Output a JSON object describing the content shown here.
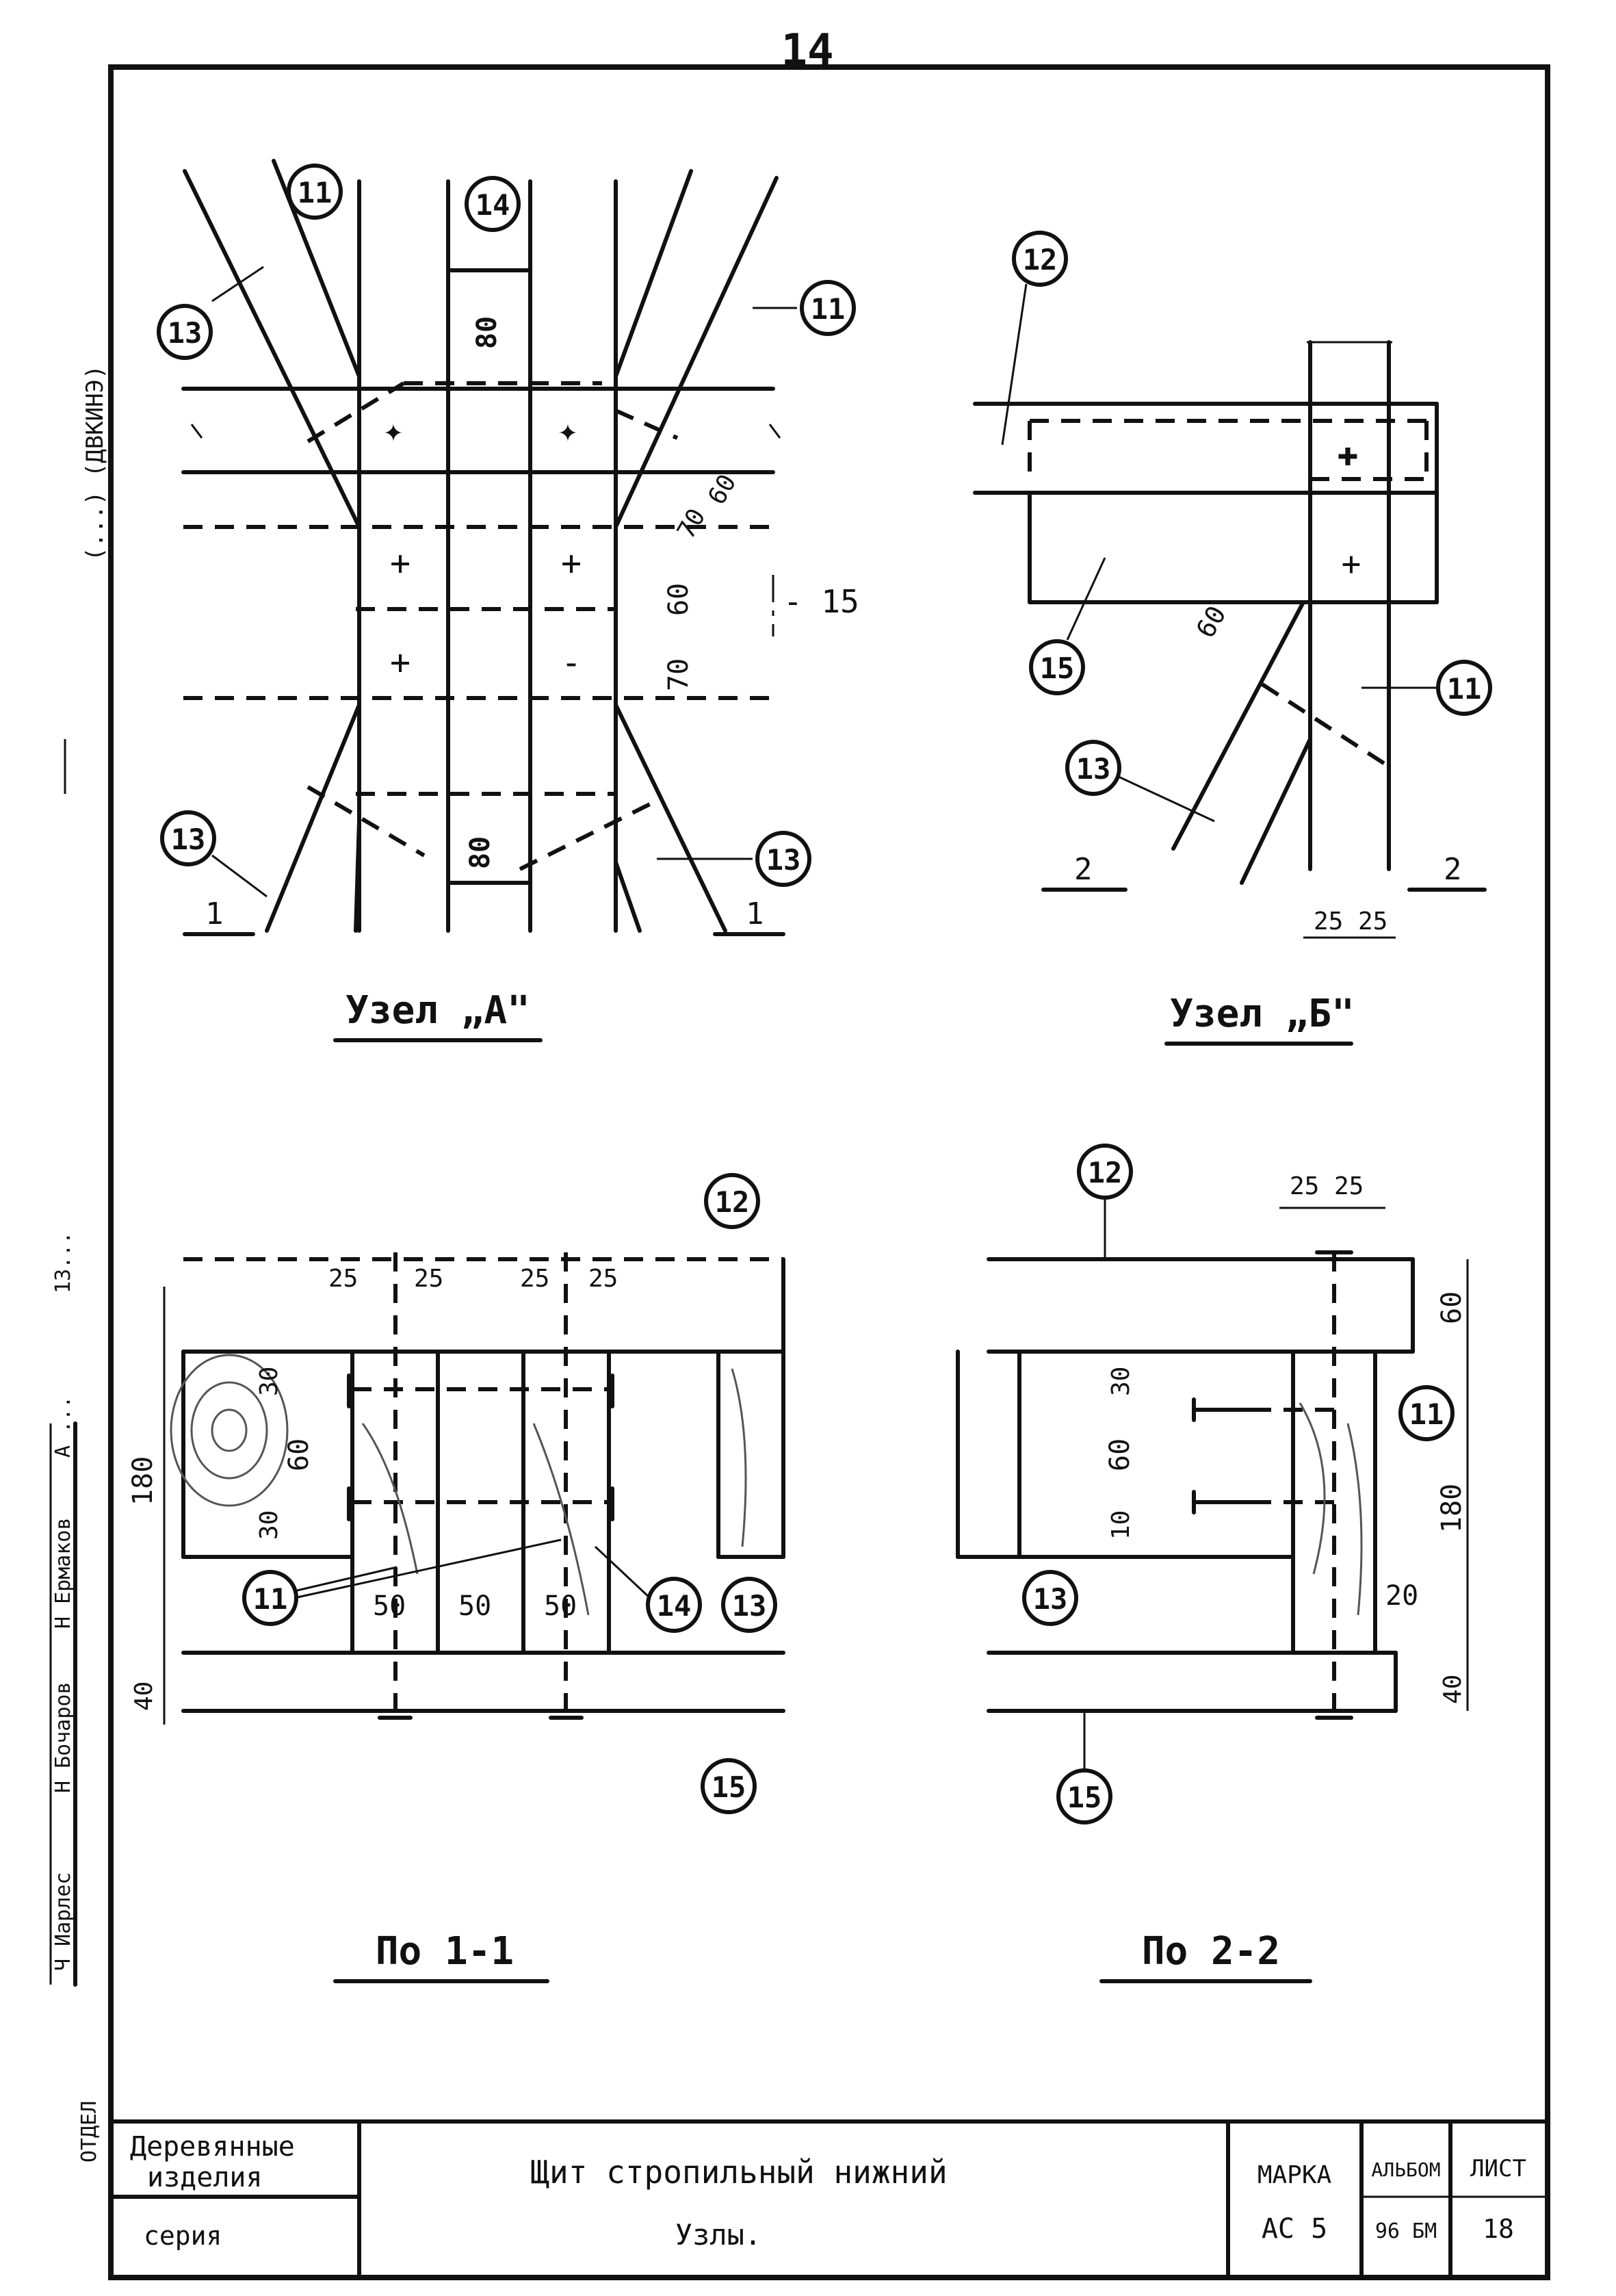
{
  "page_number": "14",
  "margin_labels": {
    "top": "(...) (ДВКИНЭ)",
    "stamp": [
      "Ч Иарлес",
      "Н Бочаров",
      "Н Ермаков",
      "А ...",
      "13..."
    ],
    "otdel": "ОТДЕЛ"
  },
  "views": {
    "node_a": {
      "title": "Узел „А\""
    },
    "node_b": {
      "title": "Узел „Б\""
    },
    "section_1": {
      "title": "По 1-1"
    },
    "section_2": {
      "title": "По 2-2"
    }
  },
  "callouts": {
    "a": [
      "11",
      "14",
      "13",
      "11",
      "15",
      "13",
      "13"
    ],
    "b": [
      "12",
      "15",
      "11",
      "13"
    ],
    "s1": [
      "12",
      "11",
      "14",
      "13",
      "15"
    ],
    "s2": [
      "12",
      "11",
      "13",
      "15"
    ]
  },
  "dimensions": {
    "a": [
      "80",
      "70",
      "60",
      "70",
      "60",
      "80"
    ],
    "b": [
      "60",
      "25",
      "25"
    ],
    "s1": [
      "25",
      "25",
      "25",
      "25",
      "30",
      "60",
      "30",
      "180",
      "40",
      "50",
      "50",
      "50"
    ],
    "s2": [
      "25",
      "25",
      "60",
      "30",
      "60",
      "10",
      "180",
      "20",
      "40"
    ]
  },
  "section_marks": {
    "a": [
      "1",
      "1"
    ],
    "b": [
      "2",
      "2"
    ]
  },
  "title_block": {
    "category_line1": "Деревянные",
    "category_line2": "изделия",
    "series_label": "серия",
    "title": "Щит стропильный нижний",
    "subtitle": "Узлы.",
    "marka_label": "МАРКА",
    "marka_value": "АС 5",
    "album_label": "АЛЬБОМ",
    "album_value": "96 БМ",
    "sheet_label": "ЛИСТ",
    "sheet_value": "18"
  }
}
